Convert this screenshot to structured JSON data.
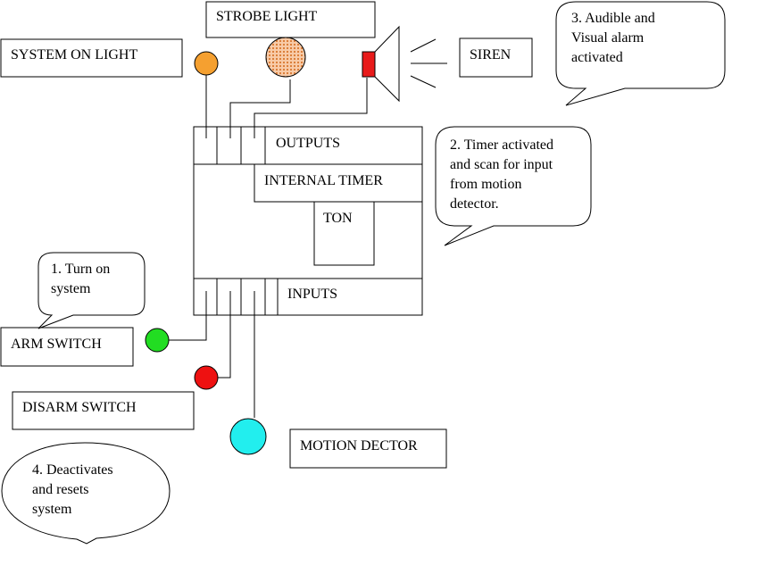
{
  "labels": {
    "strobe_light": "STROBE LIGHT",
    "system_on_light": "SYSTEM ON LIGHT",
    "siren": "SIREN",
    "outputs": "OUTPUTS",
    "internal_timer": "INTERNAL TIMER",
    "ton": "TON",
    "inputs": "INPUTS",
    "arm_switch": "ARM SWITCH",
    "disarm_switch": "DISARM SWITCH",
    "motion_dector": "MOTION DECTOR"
  },
  "callouts": {
    "step1": "1.  Turn on\nsystem",
    "step2": "2.  Timer activated\nand scan for input\nfrom motion\ndetector.",
    "step3": "3. Audible and\nVisual alarm\nactivated",
    "step4": "4.  Deactivates\nand resets\nsystem"
  },
  "colors": {
    "system_on_light": "#f5a030",
    "strobe_light": "#f2b288",
    "siren": "#e81a1a",
    "arm_switch": "#22dd22",
    "disarm_switch": "#ee1111",
    "motion_detector": "#22eeee"
  }
}
